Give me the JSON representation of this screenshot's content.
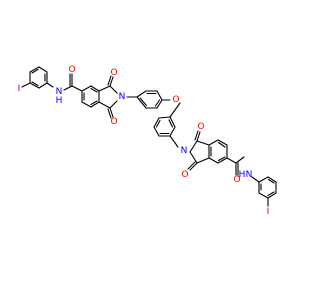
{
  "colors": {
    "bond": "#000000",
    "O": "#ff0000",
    "N": "#0000ff",
    "I": "#940094",
    "background": "#ffffff"
  },
  "labels": {
    "o_amide_left": "O",
    "nh_left": "N",
    "h_left": "H",
    "i_left": "I",
    "o_imide_left_top": "O",
    "n_imide_left": "N",
    "o_imide_left_bottom": "O",
    "o_ether": "O",
    "o_imide_right_top": "O",
    "n_imide_right": "N",
    "o_imide_right_bottom": "O",
    "o_amide_right": "O",
    "nh_right": "N",
    "h_right": "H",
    "i_right": "I"
  }
}
